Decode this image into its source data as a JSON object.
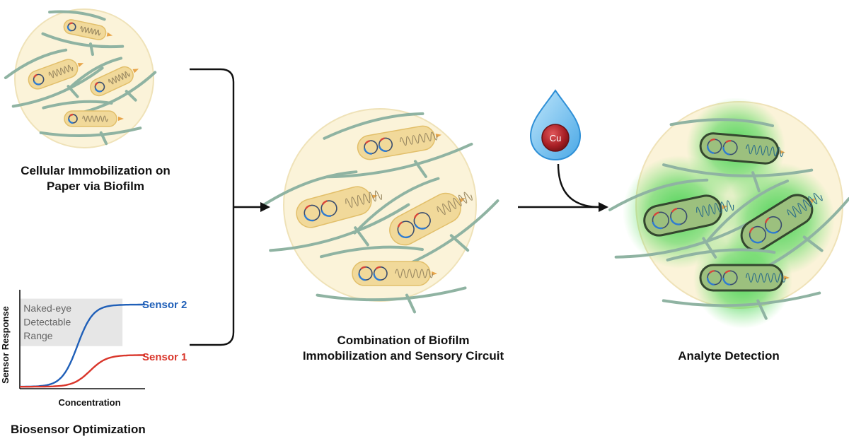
{
  "captions": {
    "immobilization": "Cellular Immobilization on Paper via Biofilm",
    "combination": "Combination of Biofilm Immobilization and Sensory Circuit",
    "detection": "Analyte Detection",
    "optimization": "Biosensor Optimization"
  },
  "analyte": {
    "symbol": "Cu"
  },
  "chart_data": {
    "type": "line",
    "xlabel": "Concentration",
    "ylabel": "Sensor Response",
    "band_label": [
      "Naked-eye",
      "Detectable",
      "Range"
    ],
    "series": [
      {
        "name": "Sensor 2",
        "color": "#1f5fb8"
      },
      {
        "name": "Sensor 1",
        "color": "#d9362b"
      }
    ],
    "grid": false
  },
  "colors": {
    "circle_fill": "#fbf3d9",
    "circle_edge": "#efe2b8",
    "bacteria": "#f1d99a",
    "biofilm": "#8fb3a2",
    "glow": "#3fcf3f",
    "drop": "#2e8fd6",
    "cu_ball": "#b3262b"
  }
}
